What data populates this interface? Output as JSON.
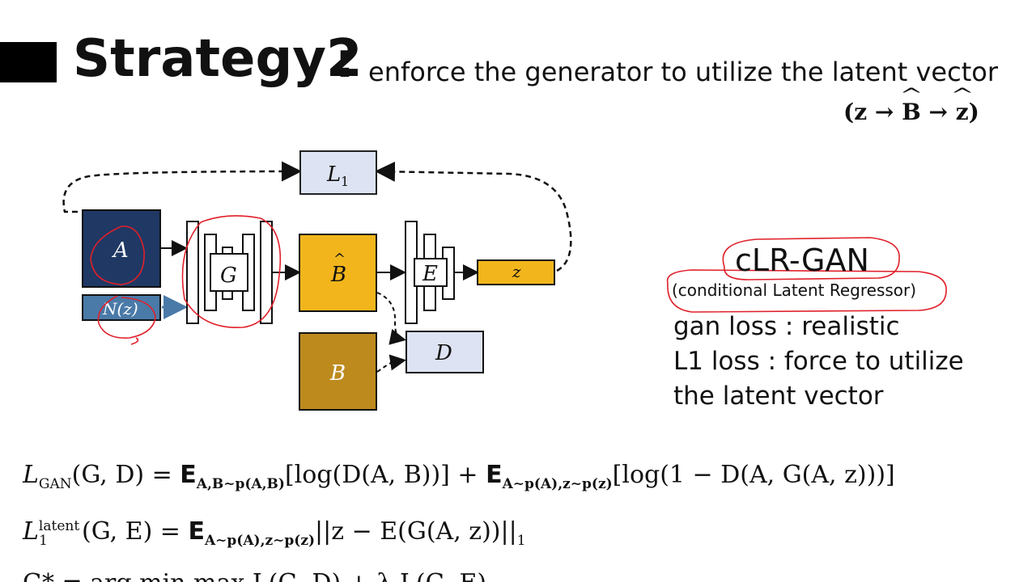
{
  "slide": {
    "title": "Strategy2",
    "colon": ":",
    "subtitle": "enforce the generator to utilize the latent vector",
    "formula_top": {
      "open": "(z",
      "arrow1": "→",
      "b_hat": "B",
      "arrow2": "→",
      "z_hat": "z",
      "close": ")"
    }
  },
  "diagram": {
    "labels": {
      "l1": "L",
      "l1_sub": "1",
      "a": "A",
      "nz": "N(z)",
      "g": "G",
      "bhat": "B",
      "b": "B",
      "e": "E",
      "z": "z",
      "d": "D"
    },
    "colors": {
      "a_box": "#1f3864",
      "nz_box": "#4a7aa8",
      "bhat_box": "#f2b61c",
      "b_box": "#bd8a1e",
      "z_box": "#f2b61c",
      "l1_box": "#dde3f2",
      "d_box": "#dde3f2",
      "annotation": "#e0202a"
    }
  },
  "right_panel": {
    "model_name": "cLR-GAN",
    "model_desc": "(conditional Latent Regressor)",
    "bullets": [
      "gan loss : realistic",
      "L1 loss : force to utilize",
      "the latent vector"
    ]
  },
  "equations": {
    "gan": {
      "lhs": "L",
      "lhs_sub": "GAN",
      "args": "(G, D) = ",
      "e1": "E",
      "e1_sub": "A,B∼p(A,B)",
      "t1": "[log(D(A, B))] + ",
      "e2": "E",
      "e2_sub": "A∼p(A),z∼p(z)",
      "t2": "[log(1 − D(A, G(A, z)))]"
    },
    "latent": {
      "lhs": "L",
      "lhs_sup": "latent",
      "lhs_sub": "1",
      "args": "(G, E) = ",
      "e1": "E",
      "e1_sub": "A∼p(A),z∼p(z)",
      "t1": "||z − E(G(A, z))||",
      "t1_sub": "1"
    },
    "partial": "G* = arg min max L(G, D) + λ L(G, E)"
  }
}
